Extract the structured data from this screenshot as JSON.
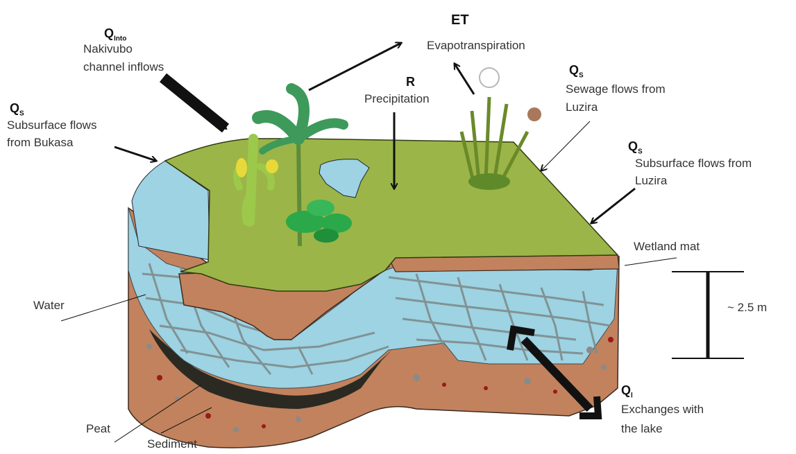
{
  "labels": {
    "q_into_symbol": "Q",
    "q_into_sub": "Into",
    "q_into_l1": "Nakivubo",
    "q_into_l2": "channel inflows",
    "qs_left_symbol": "Q",
    "qs_left_sub": "S",
    "qs_left_l1": "Subsurface flows",
    "qs_left_l2": "from Bukasa",
    "et_symbol": "ET",
    "et_text": "Evapotranspiration",
    "r_symbol": "R",
    "r_text": "Precipitation",
    "qs_sewage_symbol": "Q",
    "qs_sewage_sub": "S",
    "qs_sewage_l1": "Sewage flows from",
    "qs_sewage_l2": "Luzira",
    "qs_right_symbol": "Q",
    "qs_right_sub": "S",
    "qs_right_l1": "Subsurface flows from",
    "qs_right_l2": "Luzira",
    "wetland_mat": "Wetland mat",
    "depth": "~ 2.5 m",
    "water": "Water",
    "peat": "Peat",
    "sediment": "Sediment",
    "ql_symbol": "Q",
    "ql_sub": "l",
    "ql_l1": "Exchanges with",
    "ql_l2": "the lake"
  },
  "colors": {
    "wetland_mat": "#9bb548",
    "water": "#9dd3e3",
    "soil": "#c2825d",
    "peat": "#2a2a22",
    "root_mesh": "#7f8c8c",
    "arrow": "#111111"
  },
  "icons": [
    "banana-plant-icon",
    "cactus-plant-icon",
    "papyrus-plant-icon",
    "leafy-shrub-icon"
  ]
}
